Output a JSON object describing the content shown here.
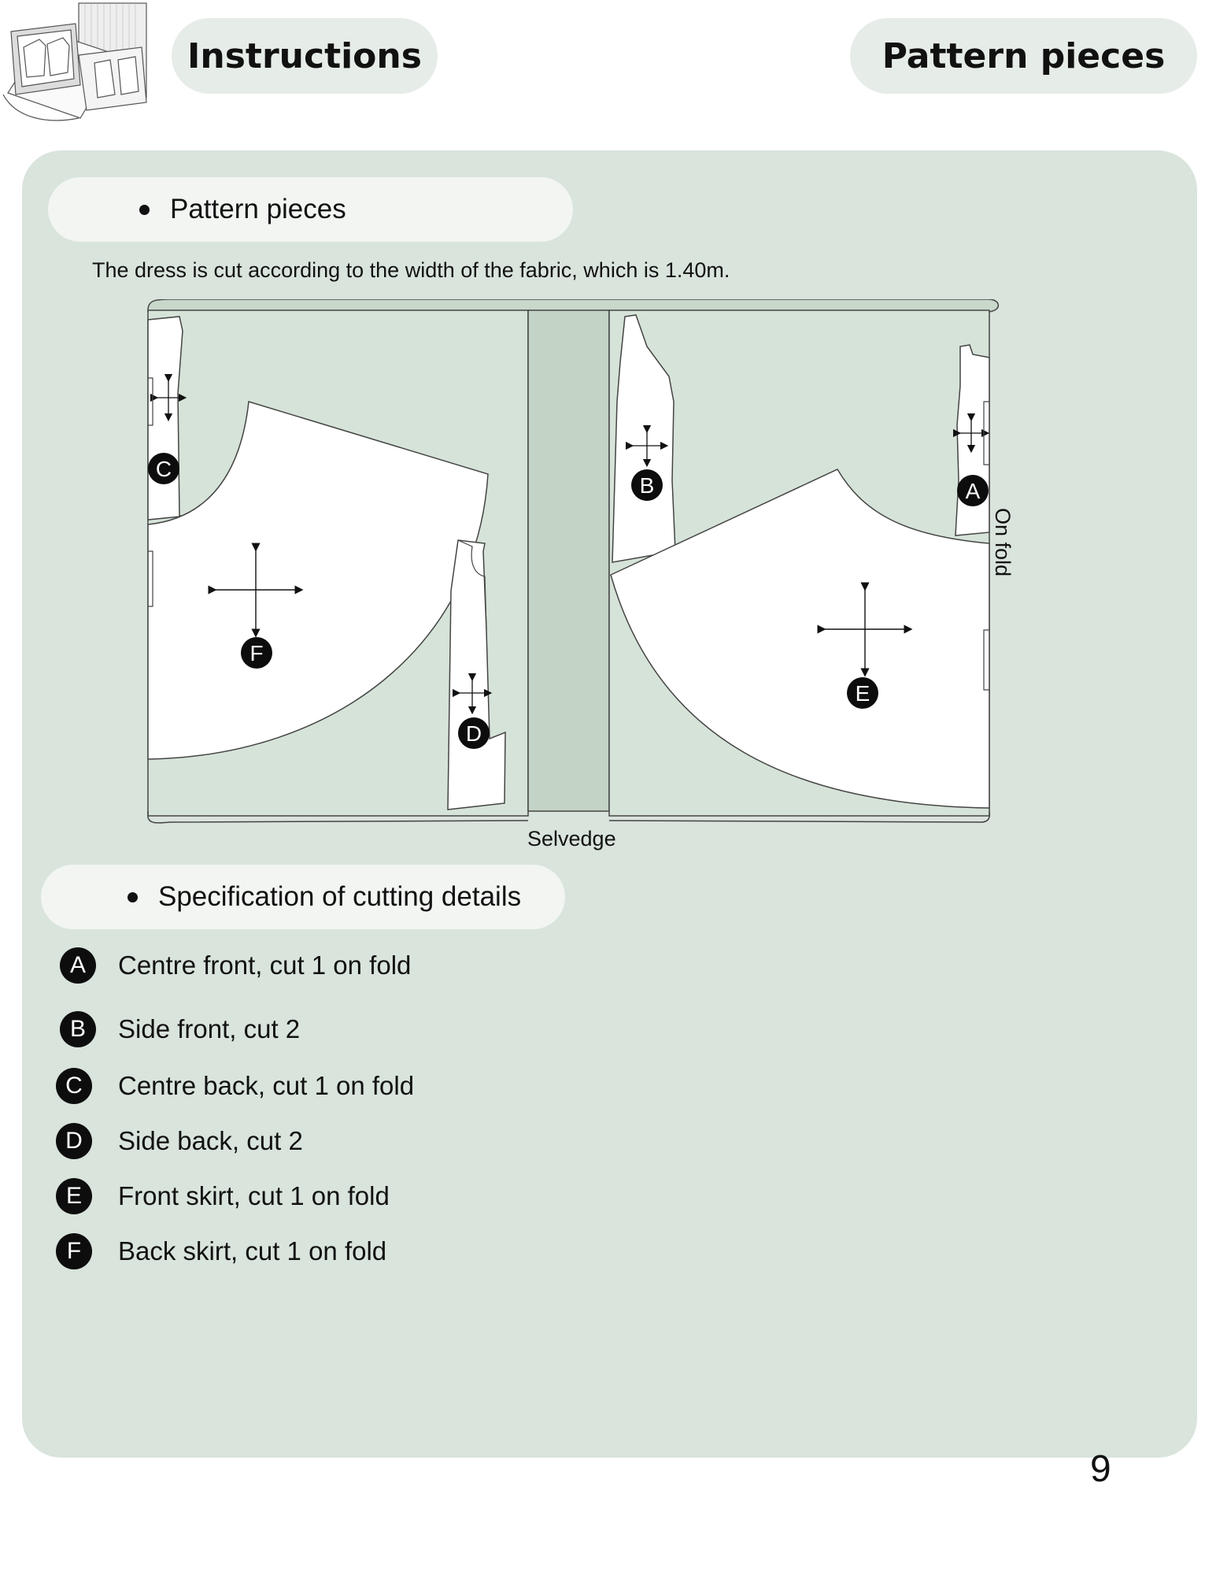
{
  "header": {
    "left_title": "Instructions",
    "right_title": "Pattern pieces"
  },
  "section1": {
    "heading": "Pattern pieces",
    "intro": "The dress is cut according to the width of the fabric, which is 1.40m."
  },
  "diagram": {
    "selvedge_label": "Selvedge",
    "fold_label": "On fold",
    "piece_labels": [
      "A",
      "B",
      "C",
      "D",
      "E",
      "F"
    ]
  },
  "section2": {
    "heading": "Specification of cutting details",
    "items": [
      {
        "letter": "A",
        "text": "Centre front, cut 1 on fold"
      },
      {
        "letter": "B",
        "text": "Side front, cut 2"
      },
      {
        "letter": "C",
        "text": "Centre back, cut 1 on fold"
      },
      {
        "letter": "D",
        "text": "Side back, cut 2"
      },
      {
        "letter": "E",
        "text": "Front skirt, cut 1 on fold"
      },
      {
        "letter": "F",
        "text": "Back skirt, cut 1 on fold"
      }
    ]
  },
  "page_number": "9",
  "colors": {
    "panel": "#d9e4dc",
    "pill": "#e6ece7",
    "fabric": "#d6e3d8",
    "fabric_middle": "#c3d4c6",
    "badge": "#0d0d0d"
  }
}
